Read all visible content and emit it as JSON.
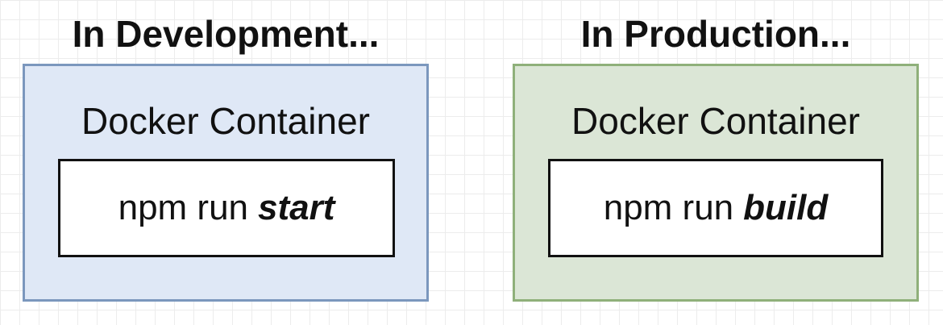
{
  "development": {
    "heading": "In Development...",
    "container_title": "Docker Container",
    "command_prefix": "npm run",
    "command_keyword": "start",
    "fill_color": "#dfe8f6",
    "border_color": "#7b97bd"
  },
  "production": {
    "heading": "In Production...",
    "container_title": "Docker Container",
    "command_prefix": "npm run",
    "command_keyword": "build",
    "fill_color": "#dbe6d6",
    "border_color": "#8fb07a"
  }
}
